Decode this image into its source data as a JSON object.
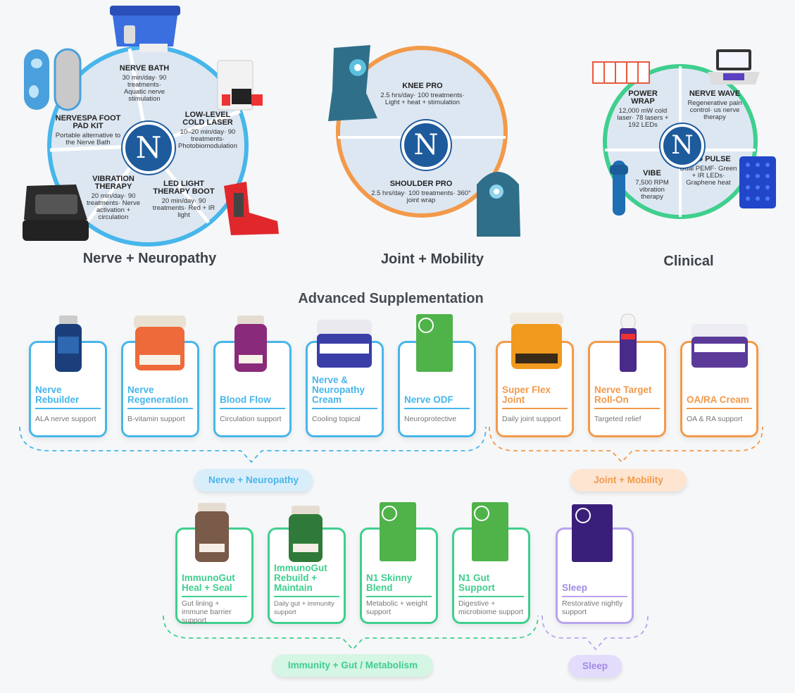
{
  "colors": {
    "blue": "#47b6ea",
    "orange": "#f29a4a",
    "green": "#3fcf8e",
    "purple": "#b9a4ee",
    "brand": "#1e5b9c"
  },
  "wheels": {
    "nerve": {
      "title": "Nerve + Neuropathy",
      "segments": [
        {
          "title": "NERVE BATH",
          "desc": "30 min/day· 90 treatments· Aquatic nerve stimulation"
        },
        {
          "title": "LOW-LEVEL COLD LASER",
          "desc": "10–20 min/day· 90 treatments· Photobiomodulation"
        },
        {
          "title": "LED LIGHT THERAPY BOOT",
          "desc": "20 min/day· 90 treatments· Red + IR light"
        },
        {
          "title": "VIBRATION THERAPY",
          "desc": "20 min/day· 90 treatments· Nerve activation + circulation"
        },
        {
          "title": "NERVESPA FOOT PAD KIT",
          "desc": "Portable alternative to the Nerve Bath"
        }
      ]
    },
    "joint": {
      "title": "Joint + Mobility",
      "segments": [
        {
          "title": "KNEE PRO",
          "desc": "2.5 hrs/day· 100 treatments· Light + heat + stimulation"
        },
        {
          "title": "SHOULDER PRO",
          "desc": "2.5 hrs/day· 100 treatments· 360° joint wrap"
        }
      ]
    },
    "clinical": {
      "title": "Clinical",
      "segments": [
        {
          "title": "POWER WRAP",
          "desc": "12,000 mW cold laser· 78 lasers + 192 LEDs"
        },
        {
          "title": "NERVE WAVE",
          "desc": "Regenerative pain control· us nerve therapy"
        },
        {
          "title": "VIBE",
          "desc": "7,500 RPM vibration therapy"
        },
        {
          "title": "NEO PULSE",
          "desc": "Dual PEMF· Green + IR LEDs· Graphene heat"
        }
      ]
    }
  },
  "section_title": "Advanced Supplementation",
  "row1": [
    {
      "name": "Nerve Rebuilder",
      "desc": "ALA nerve support",
      "group": "blue"
    },
    {
      "name": "Nerve Regeneration",
      "desc": "B-vitamin support",
      "group": "blue"
    },
    {
      "name": "Blood Flow",
      "desc": "Circulation support",
      "group": "blue"
    },
    {
      "name": "Nerve & Neuropathy Cream",
      "desc": "Cooling topical",
      "group": "blue"
    },
    {
      "name": "Nerve ODF",
      "desc": "Neuroprotective",
      "group": "blue"
    },
    {
      "name": "Super Flex Joint",
      "desc": "Daily joint support",
      "group": "orange"
    },
    {
      "name": "Nerve Target Roll-On",
      "desc": "Targeted relief",
      "group": "orange"
    },
    {
      "name": "OA/RA Cream",
      "desc": "OA & RA support",
      "group": "orange"
    }
  ],
  "row2": [
    {
      "name": "ImmunoGut Heal + Seal",
      "desc": "Gut lining + immune barrier support",
      "group": "green"
    },
    {
      "name": "ImmunoGut Rebuild + Maintain",
      "desc": "Daily gut + immunity support",
      "group": "green"
    },
    {
      "name": "N1 Skinny Blend",
      "desc": "Metabolic + weight support",
      "group": "green"
    },
    {
      "name": "N1 Gut Support",
      "desc": "Digestive + microbiome support",
      "group": "green"
    },
    {
      "name": "Sleep",
      "desc": "Restorative nightly support",
      "group": "purple"
    }
  ],
  "pills": {
    "nerve": "Nerve + Neuropathy",
    "joint": "Joint + Mobility",
    "immunity": "Immunity + Gut / Metabolism",
    "sleep": "Sleep"
  },
  "logo_glyph": "N"
}
